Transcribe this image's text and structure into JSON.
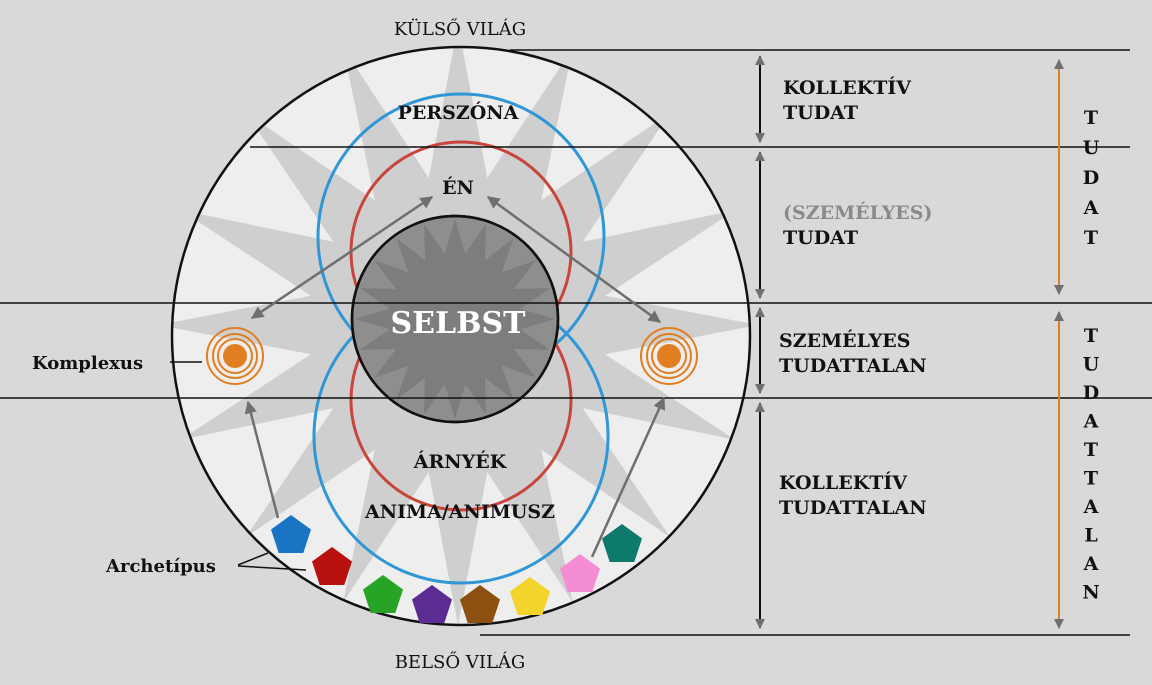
{
  "labels": {
    "outer_world": "KÜLSŐ VILÁG",
    "inner_world": "BELSŐ VILÁG",
    "persona": "PERSZÓNA",
    "ego": "ÉN",
    "self": "SELBST",
    "shadow": "ÁRNYÉK",
    "anima": "ANIMA/ANIMUSZ",
    "complex": "Komplexus",
    "archetype": "Archetípus"
  },
  "layers": {
    "collective_conscious": [
      "KOLLEKTÍV",
      "TUDAT"
    ],
    "personal_conscious_prefix": "(SZEMÉLYES)",
    "personal_conscious": "TUDAT",
    "personal_unconscious": [
      "SZEMÉLYES",
      "TUDATTALAN"
    ],
    "collective_unconscious": [
      "KOLLEKTÍV",
      "TUDATTALAN"
    ]
  },
  "vertical": {
    "conscious": "TUDAT",
    "unconscious": "TUDATTALAN"
  },
  "colors": {
    "background": "#d9d9d9",
    "outer_disc": "#eeeeee",
    "star": "#c4c4c4",
    "self_fill": "#8e8e8e",
    "inner_star": "#7a7a7a",
    "blue_circle": "#2f97d6",
    "red_circle": "#c8453b",
    "orange": "#e07f22",
    "arrow": "#6f6f6f",
    "line": "#111111"
  },
  "archetype_colors": [
    "#1a74c4",
    "#b8110e",
    "#27a325",
    "#5b2c91",
    "#8c5011",
    "#f2d42a",
    "#f58dd5",
    "#0d7a6c"
  ]
}
